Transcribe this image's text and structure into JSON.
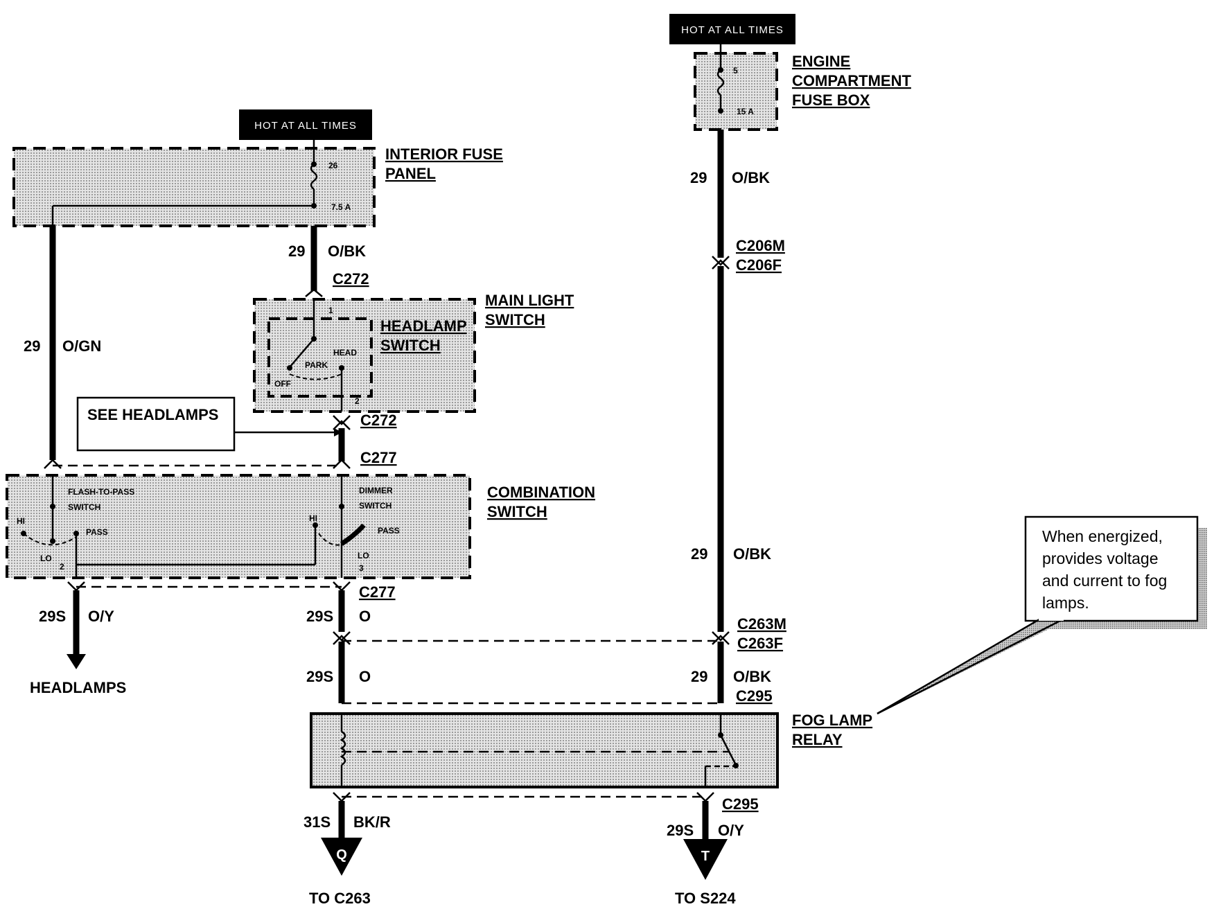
{
  "hot_labels": {
    "interior": "HOT AT ALL TIMES",
    "engine": "HOT AT ALL TIMES"
  },
  "components": {
    "engine_fuse_box": {
      "line1": "ENGINE",
      "line2": "COMPARTMENT",
      "line3": "FUSE BOX",
      "fuse_number": "5",
      "fuse_rating": "15 A"
    },
    "interior_fuse_panel": {
      "line1": "INTERIOR FUSE",
      "line2": "PANEL",
      "fuse_number": "26",
      "fuse_rating": "7.5 A"
    },
    "main_light_switch": {
      "line1": "MAIN LIGHT",
      "line2": "SWITCH"
    },
    "headlamp_switch": {
      "line1": "HEADLAMP",
      "line2": "SWITCH",
      "pos_head": "HEAD",
      "pos_park": "PARK",
      "pos_off": "OFF",
      "pin_top": "1",
      "pin_bottom": "2"
    },
    "combination_switch": {
      "line1": "COMBINATION",
      "line2": "SWITCH"
    },
    "flash_to_pass": {
      "line1": "FLASH-TO-PASS",
      "line2": "SWITCH",
      "hi": "HI",
      "pass": "PASS",
      "lo": "LO",
      "pin": "2"
    },
    "dimmer_switch": {
      "line1": "DIMMER",
      "line2": "SWITCH",
      "hi": "HI",
      "pass": "PASS",
      "lo": "LO",
      "pin": "3"
    },
    "fog_lamp_relay": {
      "line1": "FOG LAMP",
      "line2": "RELAY"
    }
  },
  "see_headlamps": "SEE HEADLAMPS",
  "headlamps": "HEADLAMPS",
  "connectors": {
    "c272_top": "C272",
    "c272_bottom": "C272",
    "c277_top": "C277",
    "c277_bottom": "C277",
    "c206m": "C206M",
    "c206f": "C206F",
    "c263m": "C263M",
    "c263f": "C263F",
    "c295_top": "C295",
    "c295_bottom": "C295"
  },
  "wires": {
    "engine_out": {
      "circuit": "29",
      "color": "O/BK"
    },
    "right_mid": {
      "circuit": "29",
      "color": "O/BK"
    },
    "right_low": {
      "circuit": "29",
      "color": "O/BK"
    },
    "interior_out": {
      "circuit": "29",
      "color": "O/BK"
    },
    "left_feed": {
      "circuit": "29",
      "color": "O/GN"
    },
    "headlamps_out": {
      "circuit": "29S",
      "color": "O/Y"
    },
    "dimmer_out": {
      "circuit": "29S",
      "color": "O"
    },
    "relay_in": {
      "circuit": "29S",
      "color": "O"
    },
    "relay_ground": {
      "circuit": "31S",
      "color": "BK/R"
    },
    "relay_out": {
      "circuit": "29S",
      "color": "O/Y"
    }
  },
  "terminals": {
    "q": {
      "letter": "Q",
      "dest": "TO C263"
    },
    "t": {
      "letter": "T",
      "dest": "TO S224"
    }
  },
  "note": {
    "line1": "When energized,",
    "line2": "provides voltage",
    "line3": "and current to fog",
    "line4": "lamps."
  }
}
